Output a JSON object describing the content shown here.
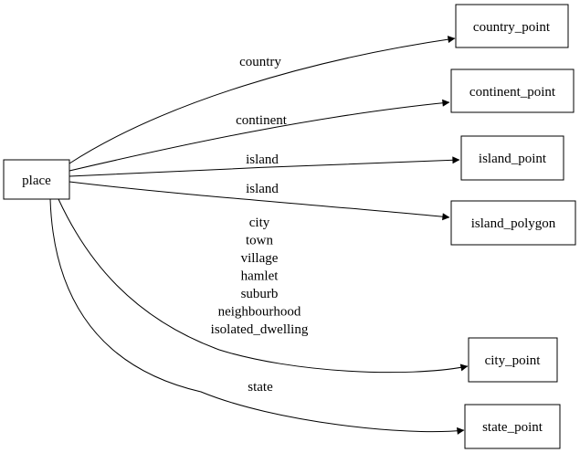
{
  "diagram": {
    "type": "directed-graph",
    "background_color": "#ffffff",
    "node_fill_color": "#ffffff",
    "line_color": "#000000",
    "text_color": "#000000",
    "nodes": [
      {
        "id": "place",
        "label": "place"
      },
      {
        "id": "country_point",
        "label": "country_point"
      },
      {
        "id": "continent_point",
        "label": "continent_point"
      },
      {
        "id": "island_point",
        "label": "island_point"
      },
      {
        "id": "island_polygon",
        "label": "island_polygon"
      },
      {
        "id": "city_point",
        "label": "city_point"
      },
      {
        "id": "state_point",
        "label": "state_point"
      }
    ],
    "edges": [
      {
        "from": "place",
        "to": "country_point",
        "label": "country"
      },
      {
        "from": "place",
        "to": "continent_point",
        "label": "continent"
      },
      {
        "from": "place",
        "to": "island_point",
        "label": "island"
      },
      {
        "from": "place",
        "to": "island_polygon",
        "label": "island"
      },
      {
        "from": "place",
        "to": "city_point",
        "label_lines": [
          "city",
          "town",
          "village",
          "hamlet",
          "suburb",
          "neighbourhood",
          "isolated_dwelling"
        ]
      },
      {
        "from": "place",
        "to": "state_point",
        "label": "state"
      }
    ]
  }
}
